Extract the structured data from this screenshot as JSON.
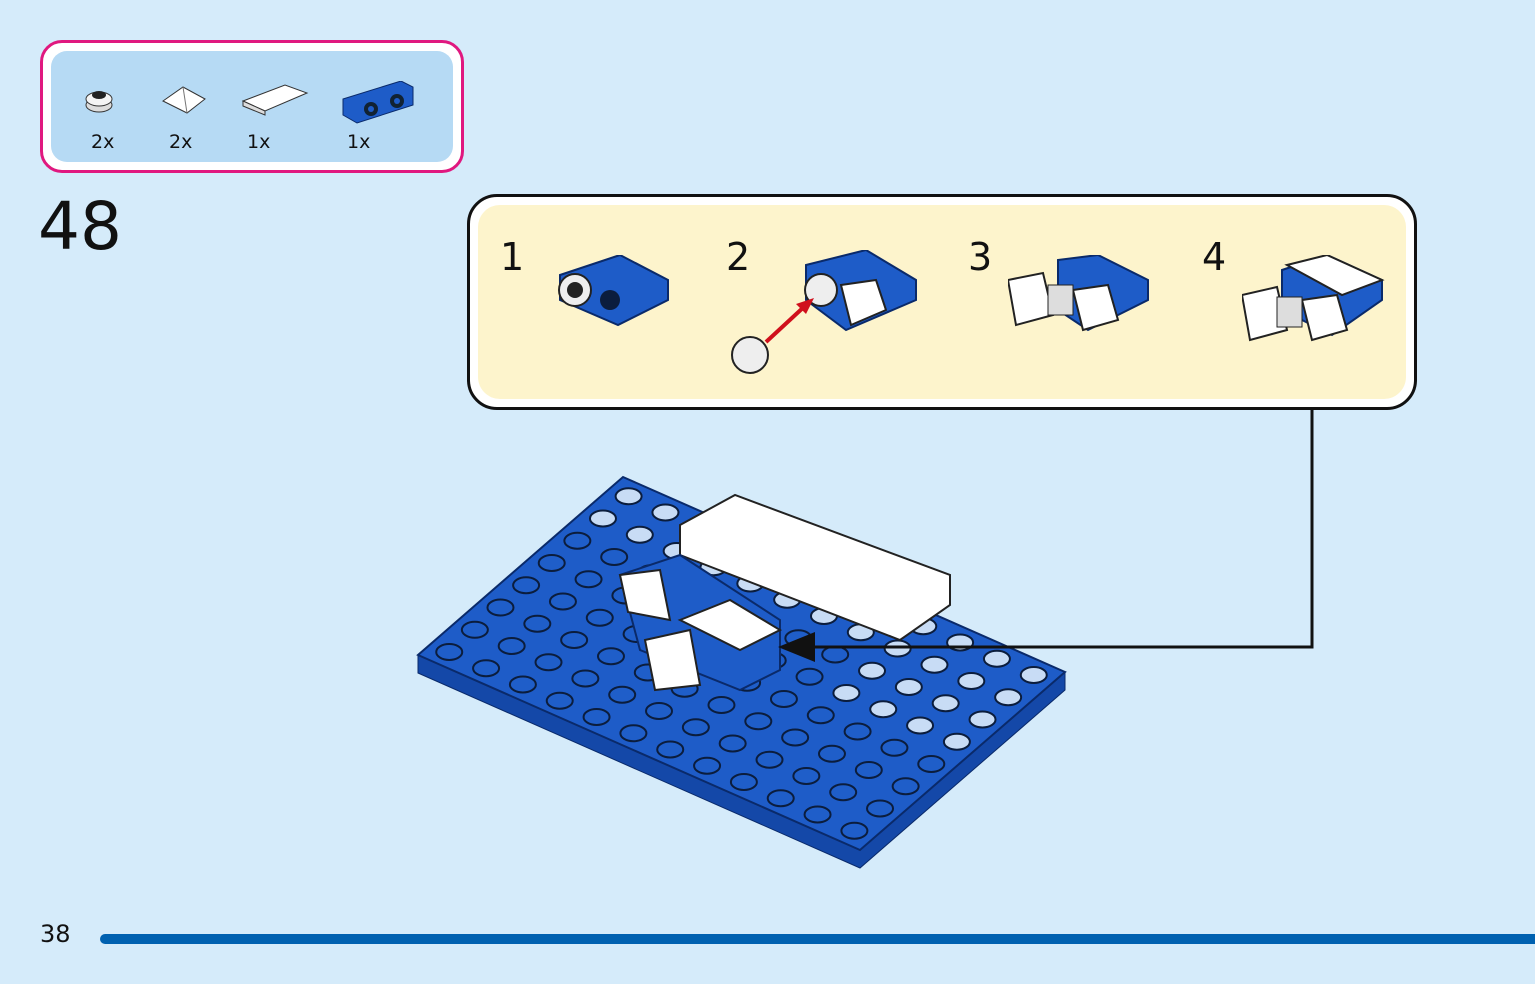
{
  "parts_list": {
    "items": [
      {
        "name": "round-plate-1x1",
        "qty": "2x"
      },
      {
        "name": "slope-pyramid-tile",
        "qty": "2x"
      },
      {
        "name": "tile-1x2",
        "qty": "1x"
      },
      {
        "name": "bracket-1x2-blue",
        "qty": "1x"
      }
    ]
  },
  "step": {
    "number": "48"
  },
  "sub_steps": [
    "1",
    "2",
    "3",
    "4"
  ],
  "footer": {
    "page_number": "38"
  },
  "colors": {
    "background": "#d5ebfa",
    "parts_border": "#e0187f",
    "parts_bg": "#b6daf4",
    "callout_bg": "#fdf4cc",
    "lego_blue": "#1e5cc8",
    "footer_bar": "#0061b0",
    "arrow_red": "#d0101c"
  }
}
